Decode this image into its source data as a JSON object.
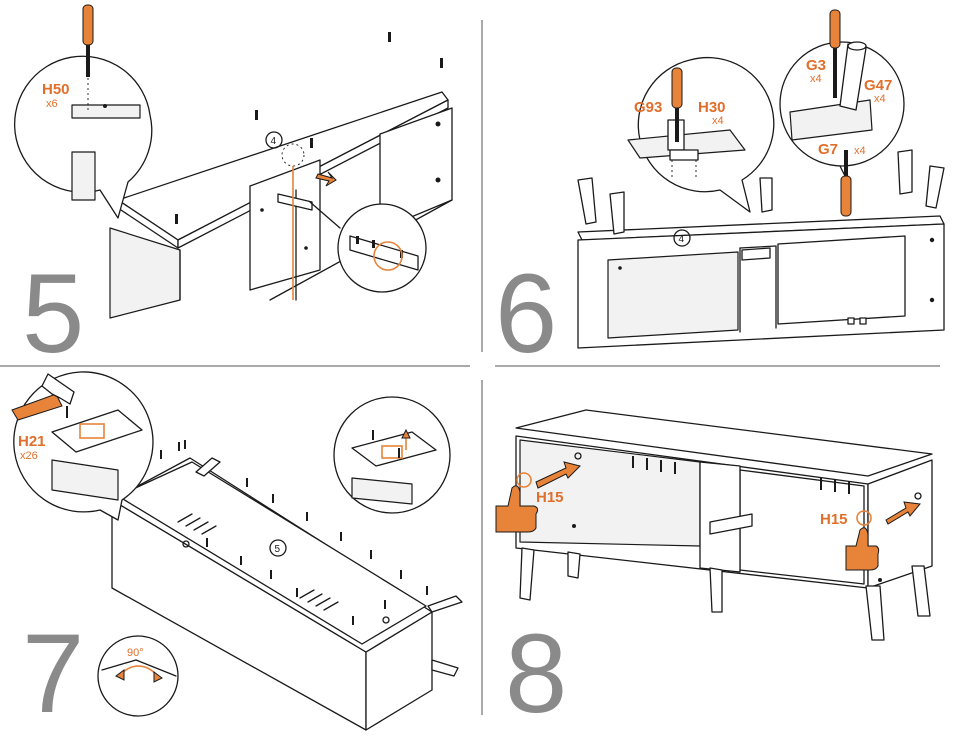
{
  "steps": [
    {
      "number": "5",
      "parts": [
        {
          "code": "H50",
          "qty": "x6"
        }
      ],
      "marker": "4"
    },
    {
      "number": "6",
      "parts": [
        {
          "code": "G93",
          "qty": ""
        },
        {
          "code": "H30",
          "qty": "x4"
        },
        {
          "code": "G3",
          "qty": "x4"
        },
        {
          "code": "G47",
          "qty": "x4"
        },
        {
          "code": "G7",
          "qty": "x4"
        }
      ],
      "marker": "4"
    },
    {
      "number": "7",
      "parts": [
        {
          "code": "H21",
          "qty": "x26"
        }
      ],
      "marker": "5",
      "angle": "90°"
    },
    {
      "number": "8",
      "parts": [
        {
          "code": "H15",
          "qty": ""
        },
        {
          "code": "H15",
          "qty": ""
        }
      ]
    }
  ],
  "colors": {
    "accent": "#e06f2b",
    "line": "#1a1a1a",
    "step_number": "#8a8a8a"
  },
  "icons": [
    "screwdriver-icon",
    "hammer-icon",
    "thumbs-up-icon",
    "arrow-icon"
  ]
}
